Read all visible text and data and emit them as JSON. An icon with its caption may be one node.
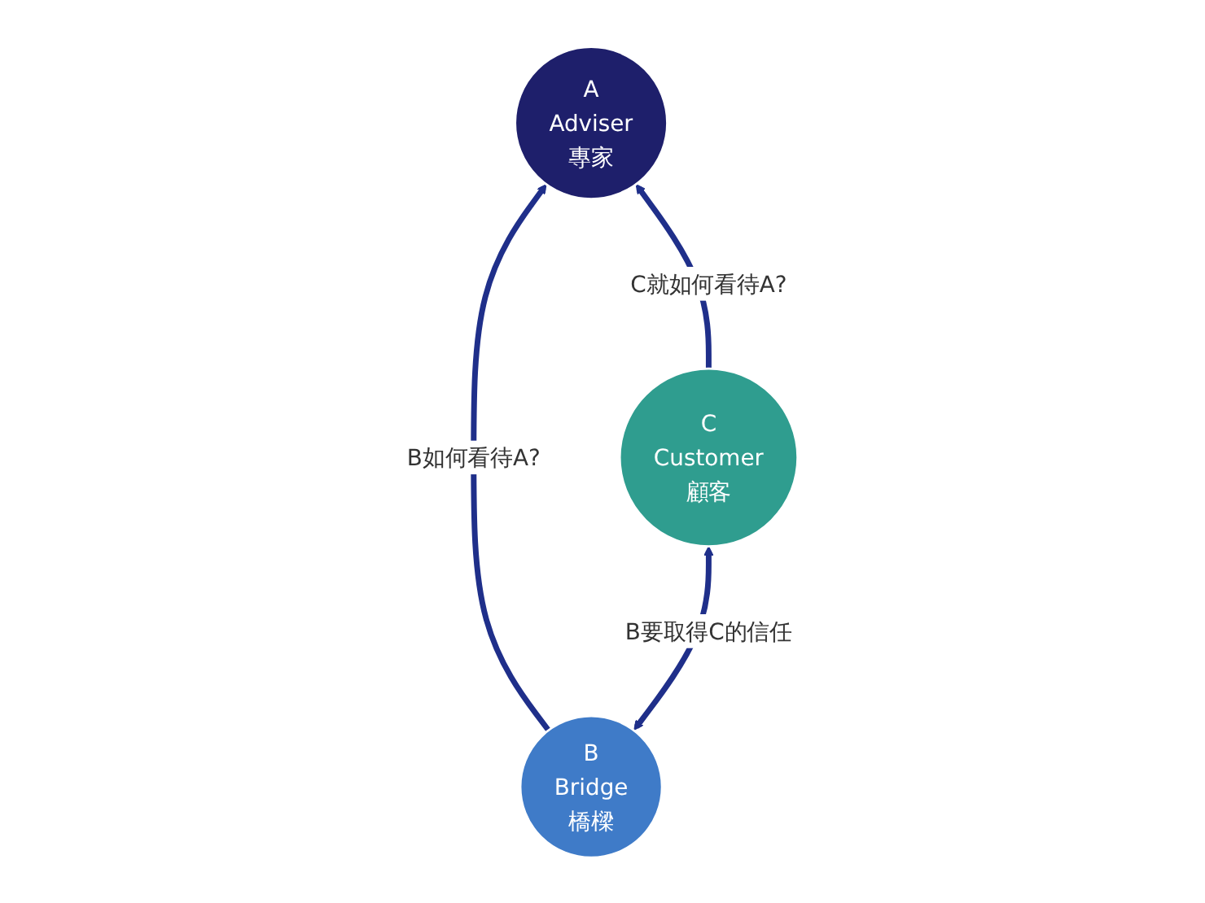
{
  "diagram": {
    "nodes": [
      {
        "text": [
          "A",
          "Adviser",
          "專家"
        ]
      },
      {
        "text": [
          "B",
          "Bridge",
          "橋樑"
        ]
      },
      {
        "text": [
          "C",
          "Customer",
          "顧客"
        ]
      }
    ],
    "edges": [
      {
        "from": 1,
        "to": 0,
        "arrow": "to",
        "label": "B如何看待A?"
      },
      {
        "from": 2,
        "to": 0,
        "arrow": "to",
        "label": "C就如何看待A?"
      },
      {
        "from": 1,
        "to": 2,
        "arrow": "both",
        "label": "B要取得C的信任"
      }
    ]
  }
}
